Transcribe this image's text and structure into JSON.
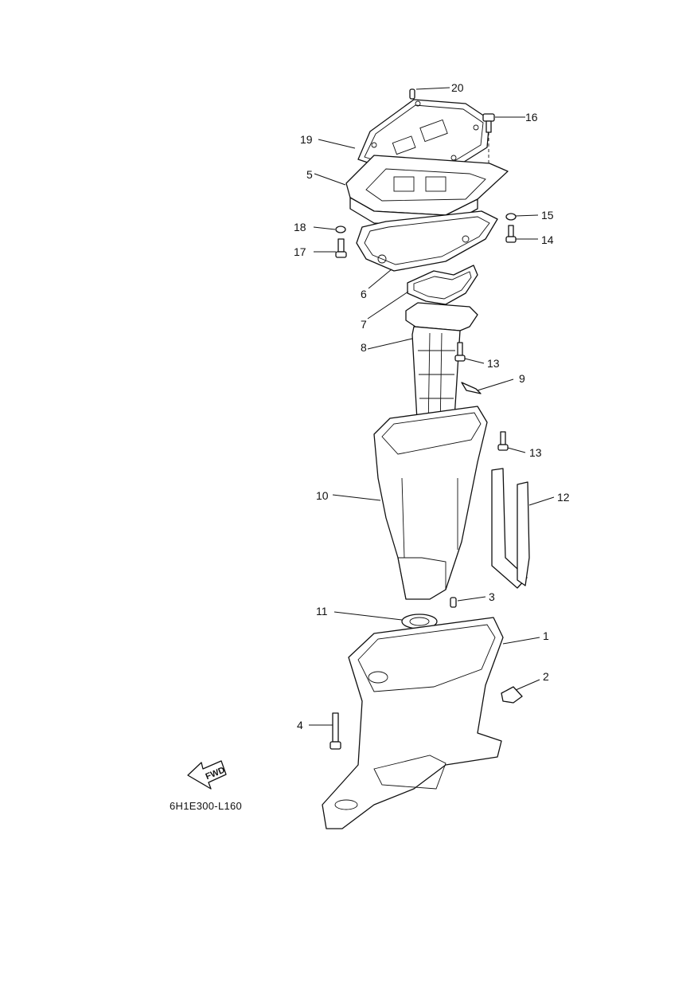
{
  "diagram_code": "6H1E300-L160",
  "fwd_label": "FWD",
  "callouts": {
    "c1": "1",
    "c2": "2",
    "c3": "3",
    "c4": "4",
    "c5": "5",
    "c6": "6",
    "c7": "7",
    "c8": "8",
    "c9": "9",
    "c10": "10",
    "c11": "11",
    "c12": "12",
    "c13a": "13",
    "c13b": "13",
    "c14": "14",
    "c15": "15",
    "c16": "16",
    "c17": "17",
    "c18": "18",
    "c19": "19",
    "c20": "20"
  }
}
